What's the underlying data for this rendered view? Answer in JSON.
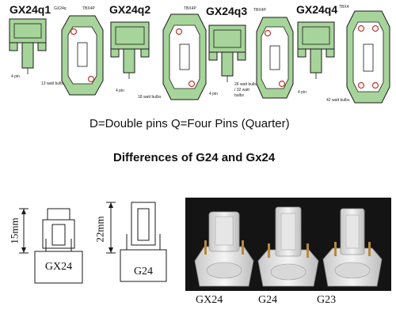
{
  "panels": [
    {
      "title": "GX24q1",
      "type_label": "GX24q",
      "base_label": "TBX4P",
      "pins": "4 pin",
      "watts": "13 watt bulbs"
    },
    {
      "title": "GX24q2",
      "type_label": "",
      "base_label": "TBX4P",
      "pins": "4 pin",
      "watts": "18 watt bulbs"
    },
    {
      "title": "GX24q3",
      "type_label": "",
      "base_label": "TBX4P",
      "pins": "4 pin",
      "watts": "26 watt bulbs / 32 watt bulbs"
    },
    {
      "title": "GX24q4",
      "type_label": "",
      "base_label": "TBX4",
      "pins": "4 pin",
      "watts": "42 watt bulbs"
    }
  ],
  "legend": "D=Double pins Q=Four Pins (Quarter)",
  "heading": "Differences of  G24 and Gx24",
  "diagrams": {
    "gx24": {
      "dimension": "15mm",
      "label": "GX24"
    },
    "g24": {
      "dimension": "22mm",
      "label": "G24"
    }
  },
  "photo_labels": [
    "GX24",
    "G24",
    "G23"
  ],
  "colors": {
    "socket_green": "#a6d49a",
    "outline": "#1a1a1a",
    "pin_marker": "#c0392b",
    "photo_bg": "#141414"
  }
}
